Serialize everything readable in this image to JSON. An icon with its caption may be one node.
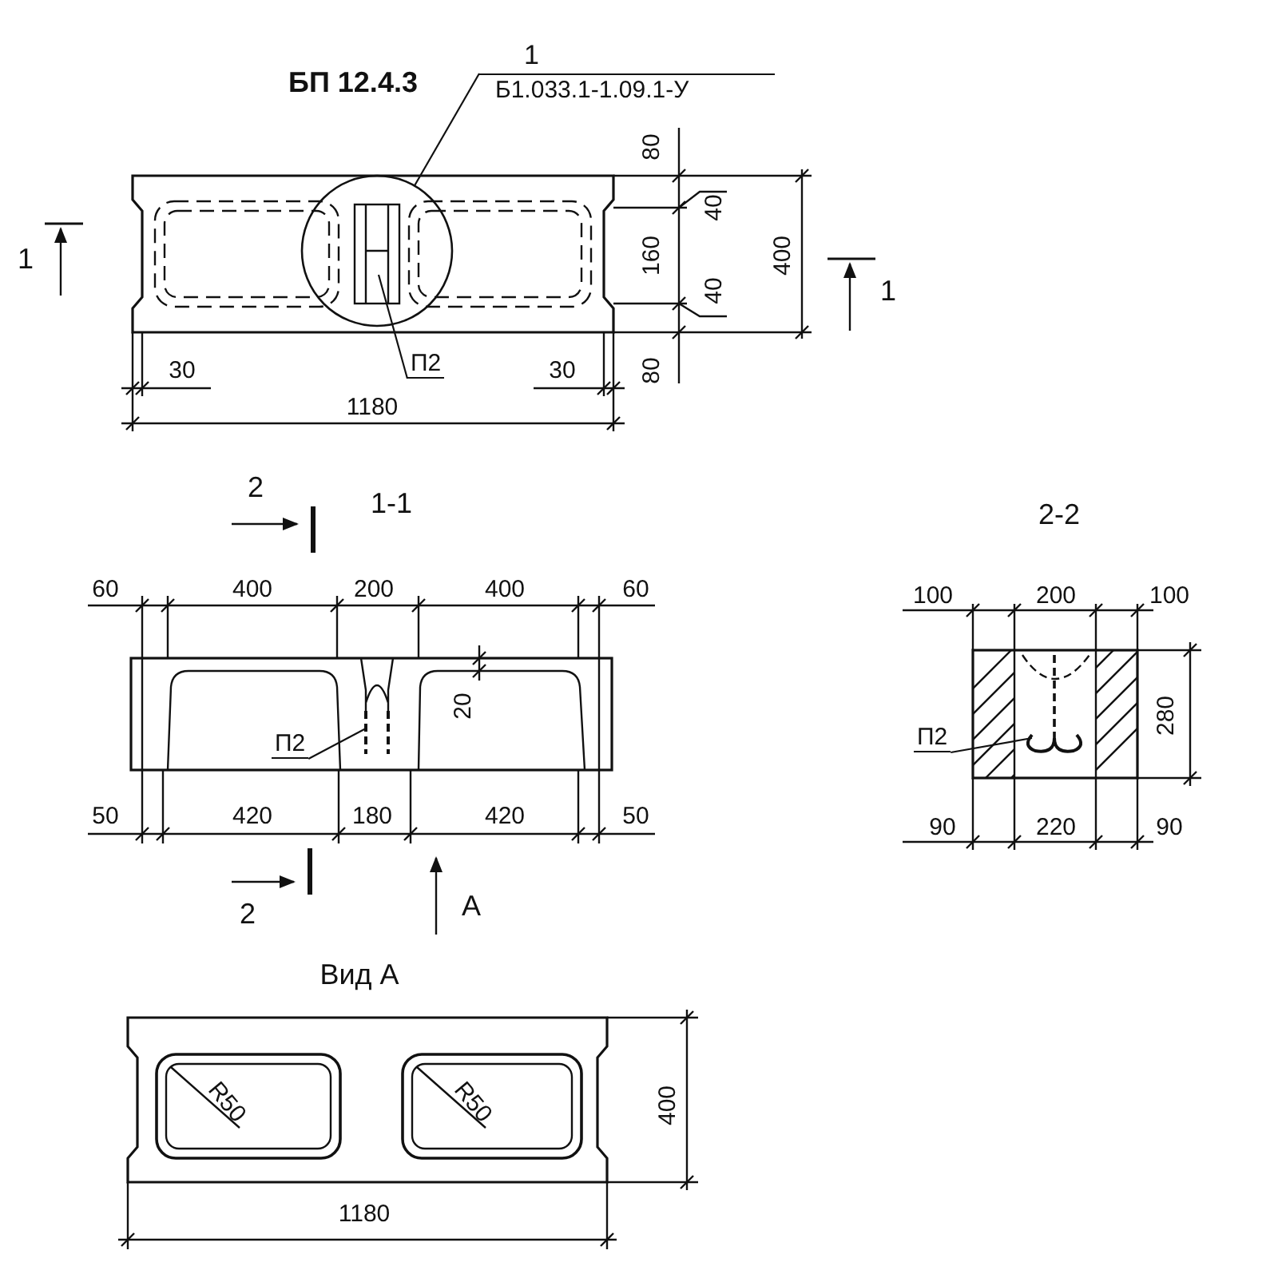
{
  "diagram": {
    "title": "БП 12.4.3",
    "nodes": [
      {
        "text": [
          "1",
          "Б1.033.1-1.09.1-У"
        ]
      },
      {
        "text": [],
        "shape": "circle"
      },
      {
        "text": [
          "П2"
        ]
      },
      {
        "text": [
          "П2"
        ]
      },
      {
        "text": [
          "П2"
        ]
      }
    ],
    "edges": [
      {
        "from": 0,
        "to": 1,
        "arrow": "none"
      },
      {
        "from": 2,
        "to": 1,
        "arrow": "none"
      },
      {
        "from": 3,
        "to": null,
        "arrow": "none"
      },
      {
        "from": 4,
        "to": null,
        "arrow": "none"
      }
    ],
    "labels": [
      "80",
      "40",
      "1",
      "160",
      "40",
      "400",
      "1",
      "30",
      "30",
      "80",
      "1180",
      "2",
      "1-1",
      "2-2",
      "60",
      "400",
      "200",
      "400",
      "60",
      "100",
      "200",
      "100",
      "20",
      "280",
      "50",
      "420",
      "180",
      "420",
      "50",
      "90",
      "220",
      "90",
      "2",
      "A",
      "Вид А",
      "R50",
      "R50",
      "400",
      "1180"
    ]
  }
}
